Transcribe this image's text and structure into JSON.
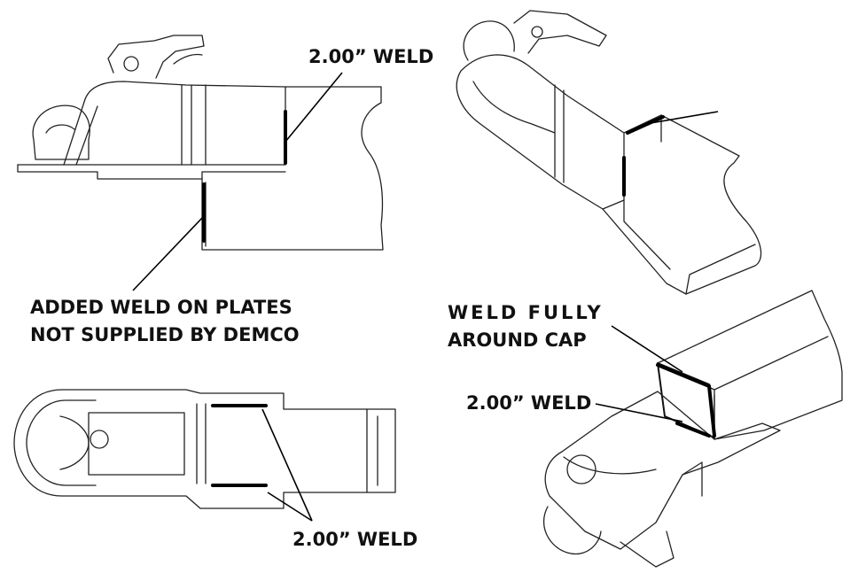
{
  "labels": {
    "weld_top": "2.00” WELD",
    "added_weld_line1": "ADDED WELD ON PLATES",
    "added_weld_line2": "NOT SUPPLIED BY DEMCO",
    "weld_fully_line1": "WELD FULLY",
    "weld_fully_line2": "AROUND CAP",
    "weld_right": "2.00” WELD",
    "weld_bottom": "2.00” WELD"
  }
}
